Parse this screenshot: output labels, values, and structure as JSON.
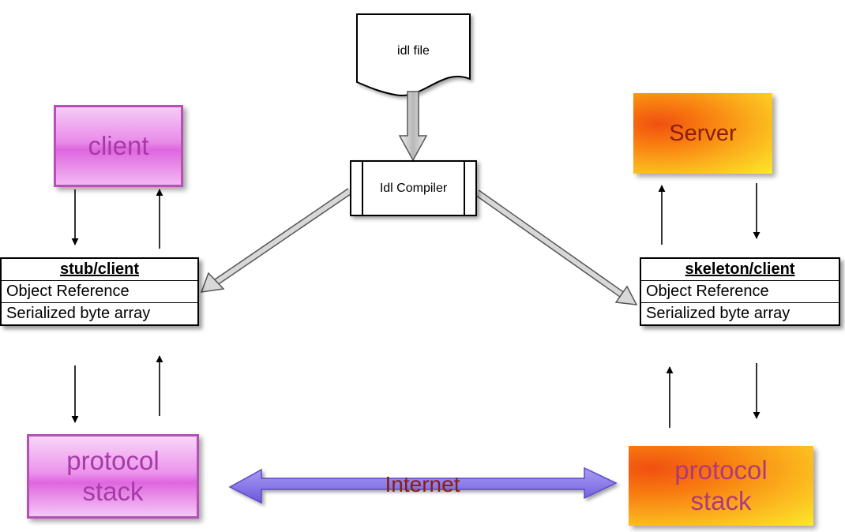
{
  "idl_file": {
    "label": "idl file"
  },
  "idl_compiler": {
    "label": "Idl Compiler"
  },
  "client": {
    "label": "client"
  },
  "server": {
    "label": "Server"
  },
  "protocol_stack_left": {
    "line1": "protocol",
    "line2": "stack"
  },
  "protocol_stack_right": {
    "line1": "protocol",
    "line2": "stack"
  },
  "stub_table": {
    "header": "stub/client",
    "rows": [
      "Object Reference",
      "Serialized byte array"
    ]
  },
  "skeleton_table": {
    "header": "skeleton/client",
    "rows": [
      "Object Reference",
      "Serialized byte array"
    ]
  },
  "internet": {
    "label": "Internet"
  },
  "colors": {
    "client_fill": "#e98ae9",
    "client_text": "#a63aa6",
    "server_fill": "#f87a10",
    "server_text": "#8a1d10",
    "internet_arrow": "#8b7be8",
    "internet_text": "#8a1d10"
  }
}
